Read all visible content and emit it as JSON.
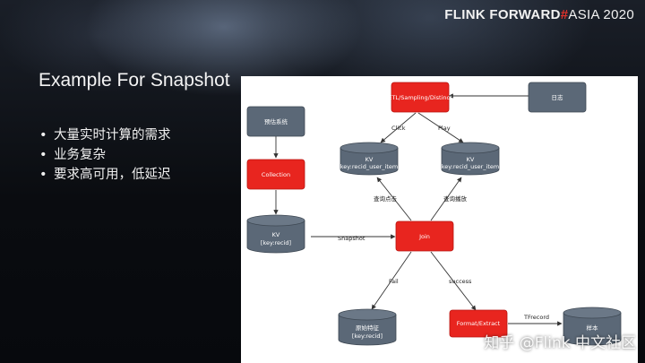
{
  "brand": {
    "left": "FLINK FORWARD",
    "hash": "#",
    "right": "ASIA 2020"
  },
  "title": "Example For Snapshot",
  "bullets": [
    "大量实时计算的需求",
    "业务复杂",
    "要求高可用，低延迟"
  ],
  "diagram": {
    "nodes": {
      "etl": "ETL/Sampling/Distinct",
      "rizhi": "日志",
      "yugu": "预估系统",
      "collection": "Collection",
      "kv_click_1": "KV",
      "kv_click_2": "[key:recid_user_item]",
      "kv_play_1": "KV",
      "kv_play_2": "[key:recid_user_item]",
      "kv_recid_1": "KV",
      "kv_recid_2": "[key:recid]",
      "join": "Join",
      "raw_1": "原始特征",
      "raw_2": "[key:recid]",
      "format": "Format/Extract",
      "sample": "样本"
    },
    "edges": {
      "click": "Click",
      "play": "Play",
      "query_click": "查询点击",
      "query_play": "查询播放",
      "snapshot": "Snapshot",
      "fail": "Fail",
      "success": "success",
      "tfrecord": "TFrecord"
    },
    "colors": {
      "red": "#e8251f",
      "gray": "#5b6877",
      "edge": "#333333"
    }
  },
  "watermark": "知乎 @Flink 中文社区"
}
